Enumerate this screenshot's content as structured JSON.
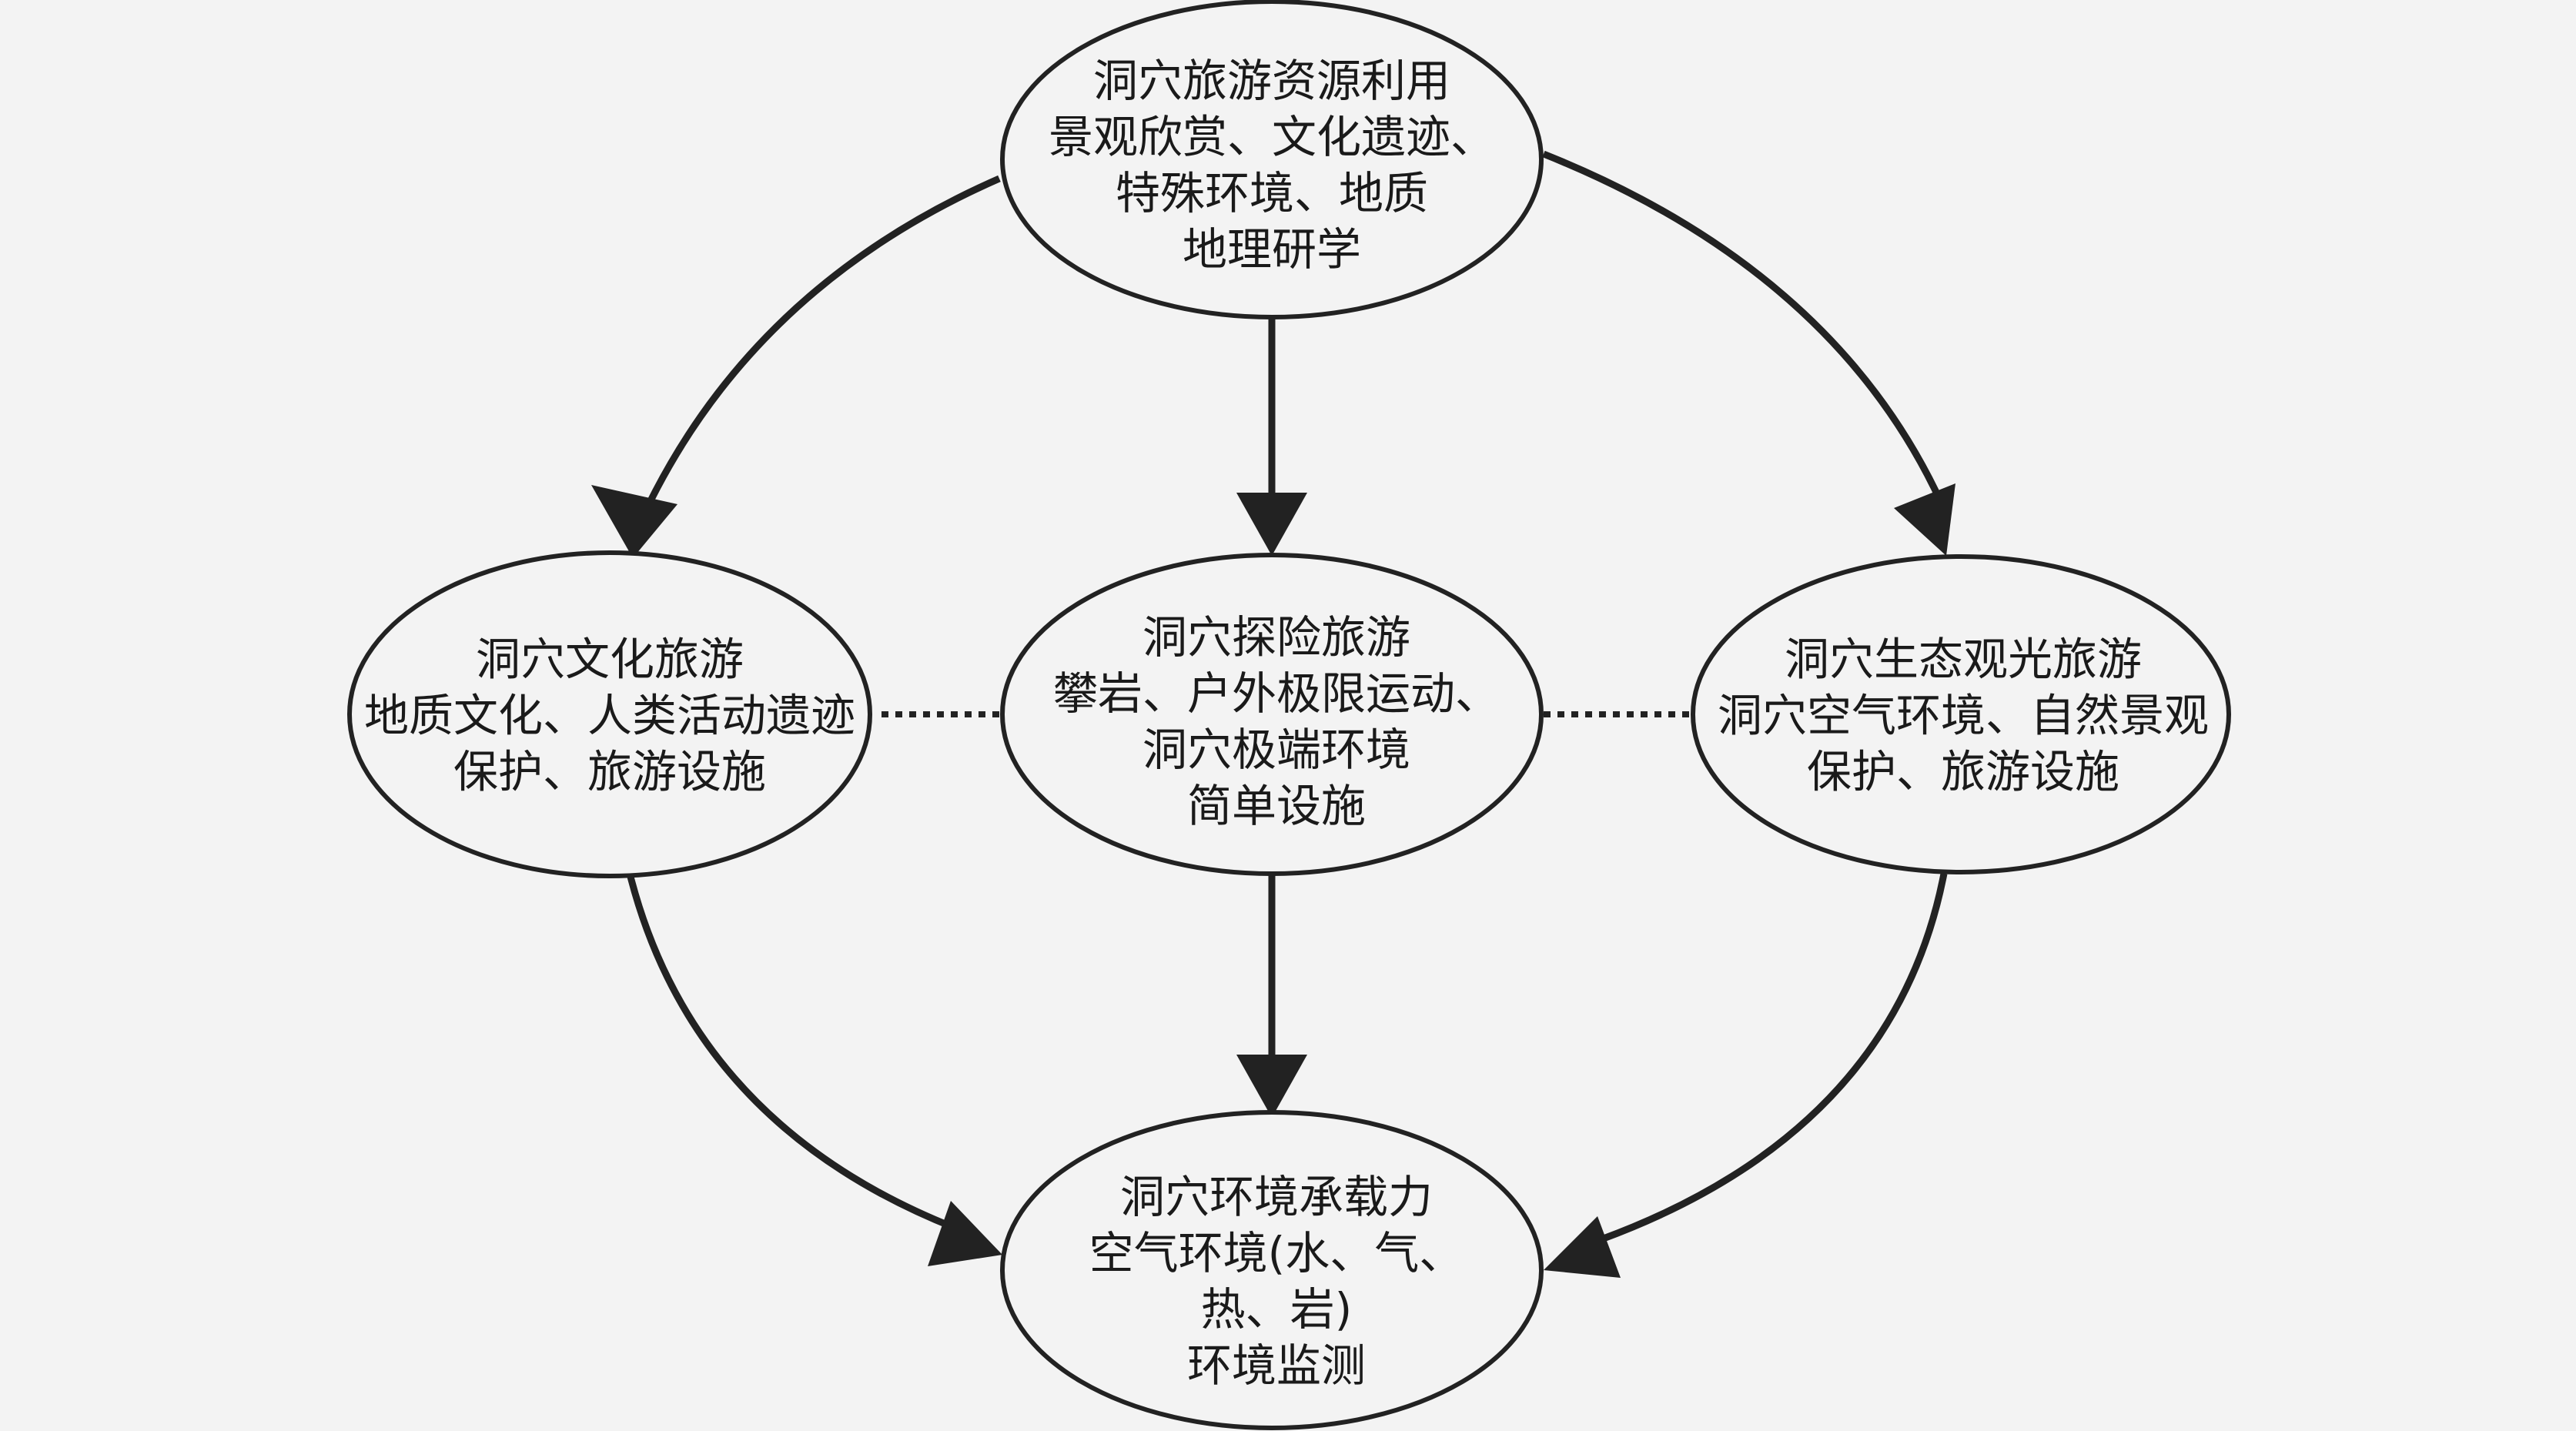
{
  "nodes": {
    "top": {
      "lines": [
        "洞穴旅游资源利用",
        "景观欣赏、文化遗迹、",
        "特殊环境、地质",
        "地理研学"
      ]
    },
    "left": {
      "lines": [
        "洞穴文化旅游",
        "地质文化、人类活动遗迹",
        "保护、旅游设施"
      ]
    },
    "center": {
      "lines": [
        "洞穴探险旅游",
        "攀岩、户外极限运动、",
        "洞穴极端环境",
        "简单设施"
      ]
    },
    "right": {
      "lines": [
        "洞穴生态观光旅游",
        "洞穴空气环境、自然景观",
        "保护、旅游设施"
      ]
    },
    "bottom": {
      "lines": [
        "洞穴环境承载力",
        "空气环境(水、气、",
        "热、岩)",
        "环境监测"
      ]
    }
  },
  "colors": {
    "background": "#f3f3f3",
    "stroke": "#222222",
    "node_fill": "#f3f3f3",
    "text": "#1a1a1a"
  }
}
